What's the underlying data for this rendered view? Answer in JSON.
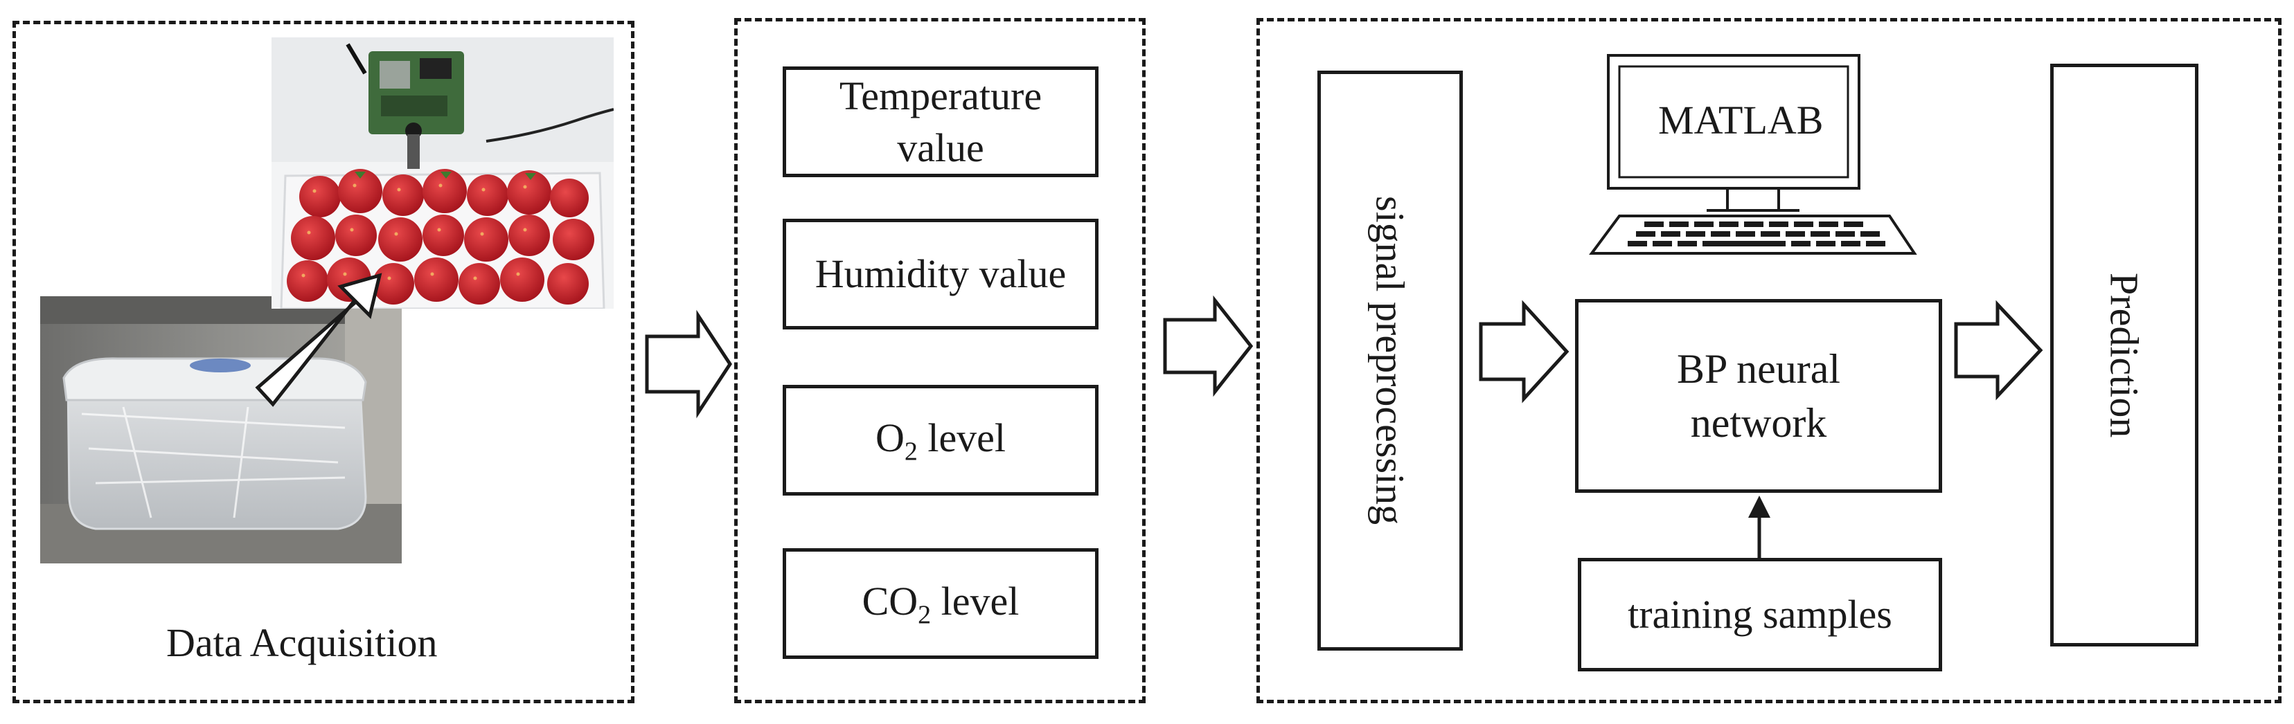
{
  "panels": {
    "acquisition": {
      "label": "Data Acquisition"
    }
  },
  "sensors": {
    "temperature": {
      "line1": "Temperature",
      "line2": "value"
    },
    "humidity": {
      "label": "Humidity value"
    },
    "o2": {
      "prefix": "O",
      "sub": "2",
      "suffix": " level"
    },
    "co2": {
      "prefix": "CO",
      "sub": "2",
      "suffix": " level"
    }
  },
  "processing": {
    "signal_preprocessing": "signal preprocessing",
    "matlab": "MATLAB",
    "bp_network": {
      "line1": "BP neural",
      "line2": "network"
    },
    "training_samples": "training samples",
    "prediction": "Prediction"
  },
  "icons": [
    "hollow-arrow-icon",
    "computer-monitor-icon",
    "keyboard-icon",
    "up-arrow-icon"
  ]
}
